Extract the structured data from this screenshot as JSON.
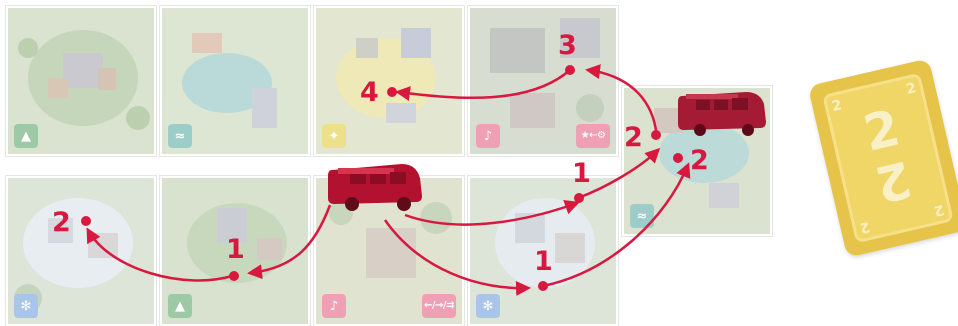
{
  "colors": {
    "tile_overlay": "#e6ecdf",
    "badge_green": "#9ec9a6",
    "badge_teal": "#9ccdc8",
    "badge_yellow": "#ece08a",
    "badge_pink": "#f0a0b4",
    "badge_blue": "#a9c6e9",
    "route_red": "#d8183f",
    "card_gold": "#e6c44a"
  },
  "tiles": [
    {
      "name": "forest-city-tile",
      "icon": "tree-icon",
      "glyph": "▲",
      "badge_color": "#9ec9a6"
    },
    {
      "name": "lake-tile",
      "icon": "waves-icon",
      "glyph": "≈",
      "badge_color": "#9ccdc8"
    },
    {
      "name": "wheat-village-tile",
      "icon": "wheat-icon",
      "glyph": "✦",
      "badge_color": "#ece08a"
    },
    {
      "name": "music-town-tile",
      "icon": "music-note-icon",
      "glyph": "♪",
      "badge_color": "#f0a0b4"
    },
    {
      "name": "snow-village-tile",
      "icon": "snowflake-icon",
      "glyph": "✻",
      "badge_color": "#a9c6e9"
    },
    {
      "name": "forest-church-tile",
      "icon": "tree-icon",
      "glyph": "▲",
      "badge_color": "#9ec9a6"
    },
    {
      "name": "start-tile",
      "icon": "music-note-icon",
      "glyph": "♪",
      "badge_color": "#f0a0b4"
    },
    {
      "name": "snow-town-tile",
      "icon": "snowflake-icon",
      "glyph": "✻",
      "badge_color": "#a9c6e9"
    },
    {
      "name": "lake-right-tile",
      "icon": "waves-icon",
      "glyph": "≈",
      "badge_color": "#9ccdc8"
    }
  ],
  "special_badges": {
    "music_town_bonus": "★⇠⚙",
    "start_direction": "←/→/⇉"
  },
  "route_numbers": {
    "n3": "3",
    "n4": "4",
    "n2_left": "2",
    "n1_forest": "1",
    "n1_top": "1",
    "n2_a": "2",
    "n2_b": "2",
    "n1_bottom": "1"
  },
  "card": {
    "big_value": "2",
    "corner_value": "2"
  }
}
